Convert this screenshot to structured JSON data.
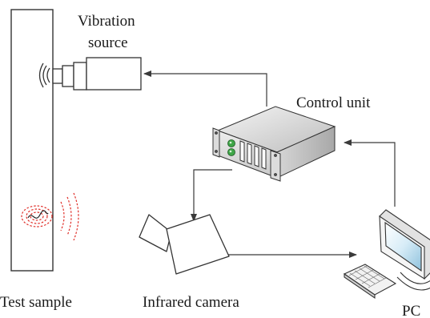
{
  "labels": {
    "vibration_line1": "Vibration",
    "vibration_line2": "source",
    "control_unit": "Control unit",
    "test_sample": "Test sample",
    "infrared_camera": "Infrared camera",
    "pc": "PC"
  },
  "colors": {
    "outline": "#333333",
    "arrow": "#3a3a3a",
    "heat_rings": "#e0302a",
    "led": "#3fa648",
    "box_face": "#ffffff"
  },
  "icons": {
    "vibration_source": "camera-like-actuator-icon",
    "control_unit": "rack-server-icon",
    "infrared_camera": "video-camera-icon",
    "pc": "desktop-computer-icon"
  }
}
